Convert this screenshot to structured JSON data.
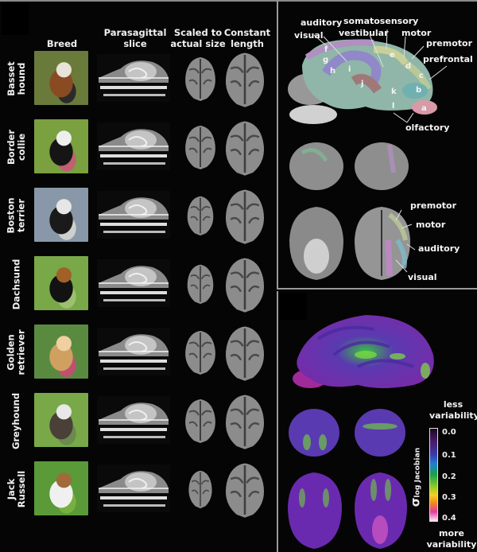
{
  "figure": {
    "left_panel": {
      "column_headers": {
        "breed": "Breed",
        "parasagittal": "Parasagittal\nslice",
        "scaled": "Scaled to\nactual size",
        "constant": "Constant\nlength"
      },
      "rows": [
        {
          "breed": "Basset\nhound",
          "photo_colors": [
            "#6a7a3a",
            "#8a4a22",
            "#e8e2d8",
            "#2a2a2a"
          ],
          "small_brain_w": 44,
          "small_brain_h": 58
        },
        {
          "breed": "Border\ncollie",
          "photo_colors": [
            "#7aa040",
            "#151515",
            "#eeeeee",
            "#c06070"
          ],
          "small_brain_w": 44,
          "small_brain_h": 58
        },
        {
          "breed": "Boston\nterrier",
          "photo_colors": [
            "#8898a8",
            "#1a1a1a",
            "#e6e6e6",
            "#cfcfcf"
          ],
          "small_brain_w": 38,
          "small_brain_h": 52
        },
        {
          "breed": "Dachsund",
          "photo_colors": [
            "#78a848",
            "#121212",
            "#a06028",
            "#9cc070"
          ],
          "small_brain_w": 38,
          "small_brain_h": 52
        },
        {
          "breed": "Golden\nretriever",
          "photo_colors": [
            "#5a8a40",
            "#d0a060",
            "#f0d0a0",
            "#c05070"
          ],
          "small_brain_w": 44,
          "small_brain_h": 58
        },
        {
          "breed": "Greyhound",
          "photo_colors": [
            "#78a848",
            "#4a4038",
            "#e8e8e8",
            "#6a8a50"
          ],
          "small_brain_w": 44,
          "small_brain_h": 58
        },
        {
          "breed": "Jack\nRussell",
          "photo_colors": [
            "#5a9a38",
            "#f0f0f0",
            "#a06a3a",
            "#78b040"
          ],
          "small_brain_w": 34,
          "small_brain_h": 50
        }
      ]
    },
    "atlas_panel": {
      "sagittal_labels": {
        "auditory": "auditory",
        "somatosensory": "somatosensory",
        "visual": "visual",
        "vestibular": "vestibular",
        "motor": "motor",
        "premotor": "premotor",
        "prefrontal": "prefrontal",
        "olfactory": "olfactory"
      },
      "region_letters": [
        "a",
        "b",
        "c",
        "d",
        "e",
        "f",
        "g",
        "h",
        "i",
        "j",
        "k",
        "l"
      ],
      "dorsal_labels": {
        "premotor": "premotor",
        "motor": "motor",
        "auditory": "auditory",
        "visual": "visual"
      },
      "region_colors": {
        "a": "#d89aa8",
        "b": "#70b0b0",
        "c": "#b8c898",
        "e": "#c8d098",
        "f": "#b090c0",
        "i": "#9088c8",
        "j": "#a07878",
        "k": "#80b8a8"
      }
    },
    "variability_panel": {
      "top_label": "less\nvariability",
      "bottom_label": "more\nvariability",
      "colorbar_title_sigma": "σ",
      "colorbar_title_sub": "log Jacobian",
      "colorbar_ticks": [
        "0.0",
        "0.1",
        "0.2",
        "0.3",
        "0.4"
      ],
      "colorbar_range": [
        0.0,
        0.4
      ],
      "colormap_stops": [
        "#1a0820",
        "#4b1b6b",
        "#3a3aaa",
        "#1aa04a",
        "#8ac82a",
        "#f2d020",
        "#f28a1a",
        "#e03ca0",
        "#fbe6f4"
      ]
    }
  }
}
